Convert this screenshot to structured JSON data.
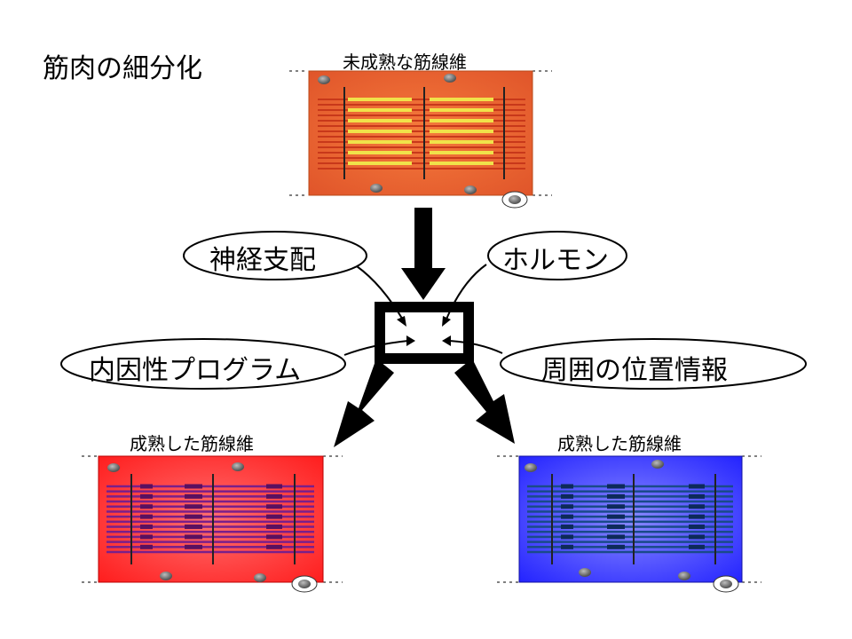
{
  "title": "筋肉の細分化",
  "fibers": {
    "immature": {
      "label": "未成熟な筋線維",
      "fill": "#e8642e",
      "band": "#f0e24a"
    },
    "mature_red": {
      "label": "成熟した筋線維",
      "fill": "#ff3030",
      "band": "#7a1f8a"
    },
    "mature_blue": {
      "label": "成熟した筋線維",
      "fill": "#3a3aff",
      "band": "#1a4a8a"
    }
  },
  "influences": {
    "nerve": "神経支配",
    "hormone": "ホルモン",
    "intrinsic": "内因性プログラム",
    "position": "周囲の位置情報"
  },
  "colors": {
    "ink": "#000000",
    "nucleus": "#7a7a7a"
  }
}
